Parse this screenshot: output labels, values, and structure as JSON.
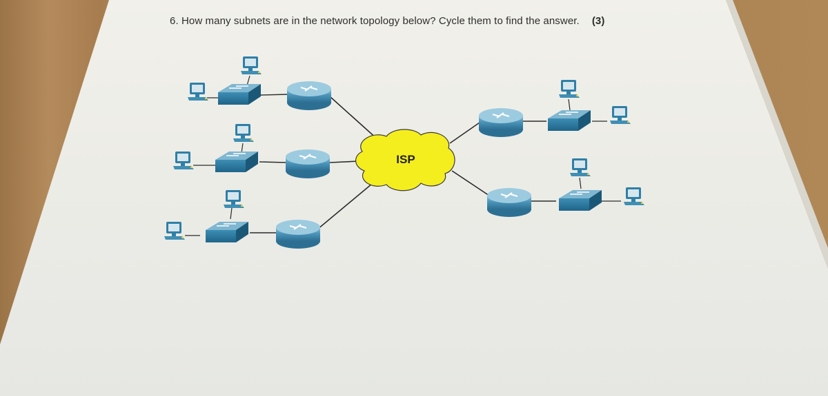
{
  "question": {
    "text": "6. How many subnets are in the network topology below? Cycle them to find the answer.",
    "marks": "(3)"
  },
  "diagram": {
    "cloud_label": "ISP",
    "colors": {
      "cloud_fill": "#f5ee1e",
      "device_blue": "#2f7fa6",
      "device_top": "#7fb6d0",
      "router_fill": "#3e8ab0",
      "link": "#2b2b2b"
    },
    "left_groups": [
      {
        "devices": [
          "pc-top",
          "pc-left",
          "switch",
          "router"
        ]
      },
      {
        "devices": [
          "pc-top",
          "pc-left",
          "switch",
          "router"
        ]
      },
      {
        "devices": [
          "pc-top",
          "pc-left",
          "switch",
          "router"
        ]
      }
    ],
    "right_groups": [
      {
        "devices": [
          "router",
          "switch",
          "pc-top",
          "pc-right"
        ]
      },
      {
        "devices": [
          "router",
          "switch",
          "pc-top",
          "pc-right"
        ]
      }
    ]
  }
}
